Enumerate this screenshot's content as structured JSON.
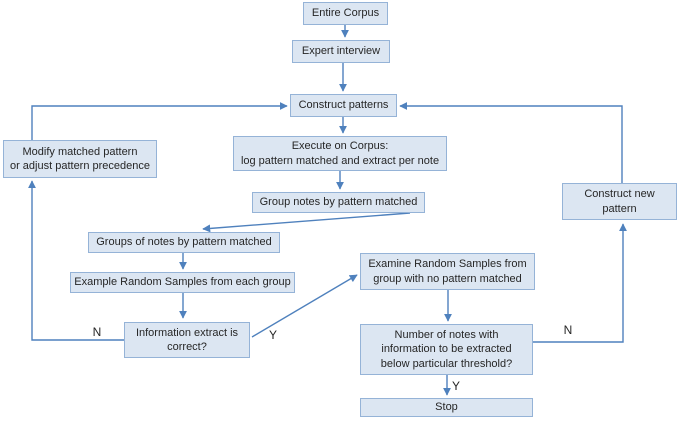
{
  "diagram": {
    "type": "flowchart",
    "colors": {
      "node_fill": "#dce6f2",
      "node_border": "#95b3d7",
      "arrow": "#4f81bd",
      "text": "#262626"
    },
    "nodes": {
      "entire_corpus": {
        "lines": [
          "Entire Corpus"
        ]
      },
      "expert_interview": {
        "lines": [
          "Expert interview"
        ]
      },
      "construct_patterns": {
        "lines": [
          "Construct patterns"
        ]
      },
      "execute_corpus": {
        "lines": [
          "Execute on Corpus:",
          "log pattern matched and extract per note"
        ]
      },
      "group_notes": {
        "lines": [
          "Group notes by pattern matched"
        ]
      },
      "modify_pattern": {
        "lines": [
          "Modify matched pattern",
          "or adjust pattern precedence"
        ]
      },
      "groups_of_notes": {
        "lines": [
          "Groups of notes by pattern matched"
        ]
      },
      "example_random": {
        "lines": [
          "Example Random Samples from each group"
        ]
      },
      "info_extract": {
        "lines": [
          "Information extract is",
          "correct?"
        ]
      },
      "examine_random": {
        "lines": [
          "Examine Random Samples from",
          "group with no pattern matched"
        ]
      },
      "number_notes": {
        "lines": [
          "Number of notes with",
          "information to be extracted",
          "below particular threshold?"
        ]
      },
      "stop": {
        "lines": [
          "Stop"
        ]
      },
      "construct_new": {
        "lines": [
          "Construct new",
          "pattern"
        ]
      }
    },
    "edge_labels": {
      "info_no": "N",
      "info_yes": "Y",
      "threshold_no": "N",
      "threshold_yes": "Y"
    },
    "edges": [
      {
        "from": "entire_corpus",
        "to": "expert_interview",
        "label": ""
      },
      {
        "from": "expert_interview",
        "to": "construct_patterns",
        "label": ""
      },
      {
        "from": "construct_patterns",
        "to": "execute_corpus",
        "label": ""
      },
      {
        "from": "execute_corpus",
        "to": "group_notes",
        "label": ""
      },
      {
        "from": "group_notes",
        "to": "groups_of_notes",
        "label": ""
      },
      {
        "from": "groups_of_notes",
        "to": "example_random",
        "label": ""
      },
      {
        "from": "example_random",
        "to": "info_extract",
        "label": ""
      },
      {
        "from": "info_extract",
        "to": "modify_pattern",
        "label": "N"
      },
      {
        "from": "modify_pattern",
        "to": "construct_patterns",
        "label": ""
      },
      {
        "from": "info_extract",
        "to": "examine_random",
        "label": "Y"
      },
      {
        "from": "examine_random",
        "to": "number_notes",
        "label": ""
      },
      {
        "from": "number_notes",
        "to": "stop",
        "label": "Y"
      },
      {
        "from": "number_notes",
        "to": "construct_new",
        "label": "N"
      },
      {
        "from": "construct_new",
        "to": "construct_patterns",
        "label": ""
      }
    ]
  }
}
